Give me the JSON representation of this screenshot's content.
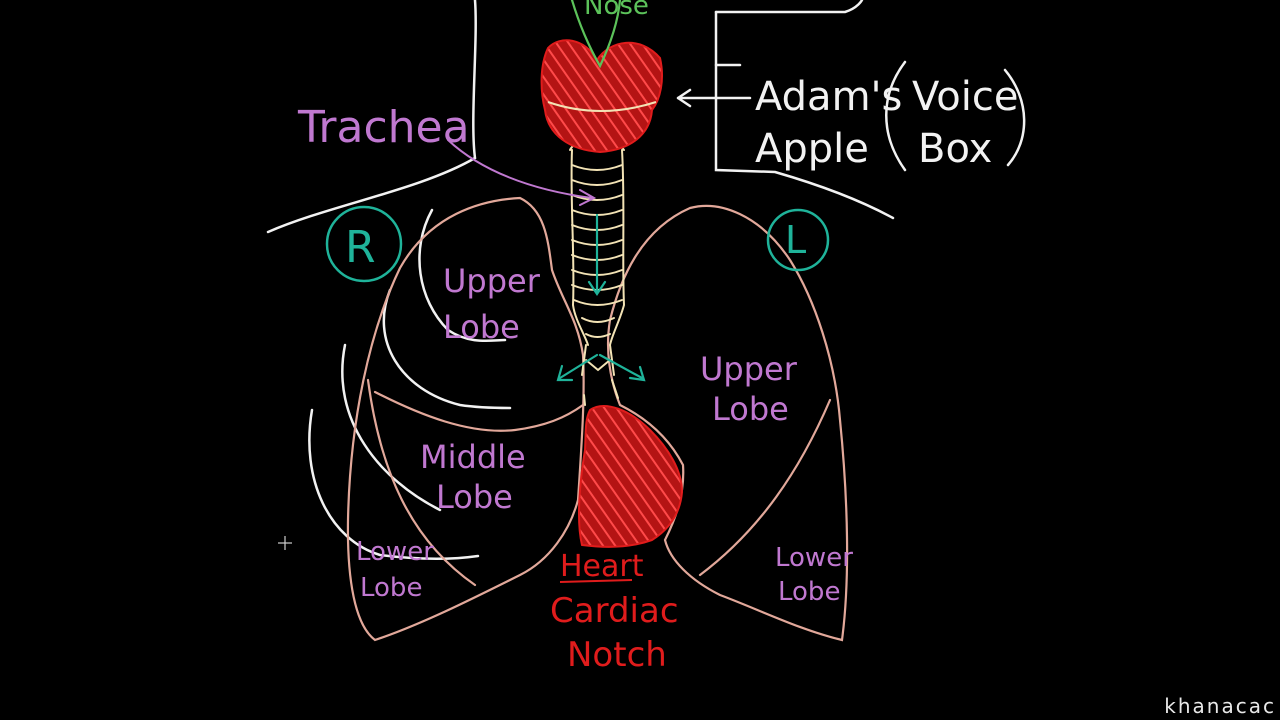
{
  "labels": {
    "nose": "Nose",
    "trachea": "Trachea",
    "adams_line1": "Adam's",
    "adams_line2": "Apple",
    "voice_line1": "Voice",
    "voice_line2": "Box",
    "right": "R",
    "left": "L",
    "r_upper_1": "Upper",
    "r_upper_2": "Lobe",
    "r_middle_1": "Middle",
    "r_middle_2": "Lobe",
    "r_lower_1": "Lower",
    "r_lower_2": "Lobe",
    "l_upper_1": "Upper",
    "l_upper_2": "Lobe",
    "l_lower_1": "Lower",
    "l_lower_2": "Lobe",
    "heart": "Heart",
    "cardiac_1": "Cardiac",
    "cardiac_2": "Notch"
  },
  "watermark": "khanacac",
  "colors": {
    "background": "#000000",
    "chalk_white": "#f2f2f2",
    "lung_outline": "#e2a89a",
    "trachea_rings": "#f3e3b5",
    "lobe_text": "#c078d0",
    "teal": "#1fb39a",
    "heart_red": "#e01c1c",
    "nose_green": "#5cc25a"
  },
  "icons": [
    "cursor-crosshair-icon"
  ]
}
